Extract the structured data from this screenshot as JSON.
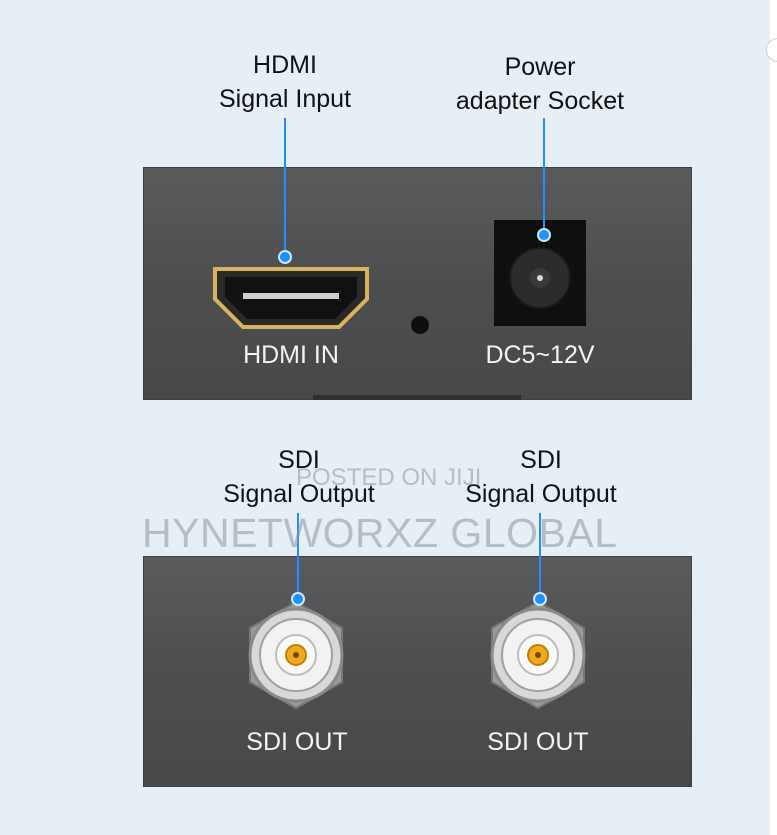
{
  "annotations": {
    "hdmi_input": {
      "line1": "HDMI",
      "line2": "Signal Input"
    },
    "power_socket": {
      "line1": "Power",
      "line2": "adapter Socket"
    },
    "sdi_output_left": {
      "line1": "SDI",
      "line2": "Signal Output"
    },
    "sdi_output_right": {
      "line1": "SDI",
      "line2": "Signal Output"
    }
  },
  "device_labels": {
    "hdmi_in": "HDMI IN",
    "dc": "DC5~12V",
    "sdi_out_left": "SDI OUT",
    "sdi_out_right": "SDI OUT"
  },
  "watermark": {
    "posted": "POSTED ON JIJI",
    "brand": "HYNETWORXZ GLOBAL"
  },
  "colors": {
    "leader": "#1e90ff",
    "device": "#4d4e50",
    "background": "#e6eef6"
  }
}
